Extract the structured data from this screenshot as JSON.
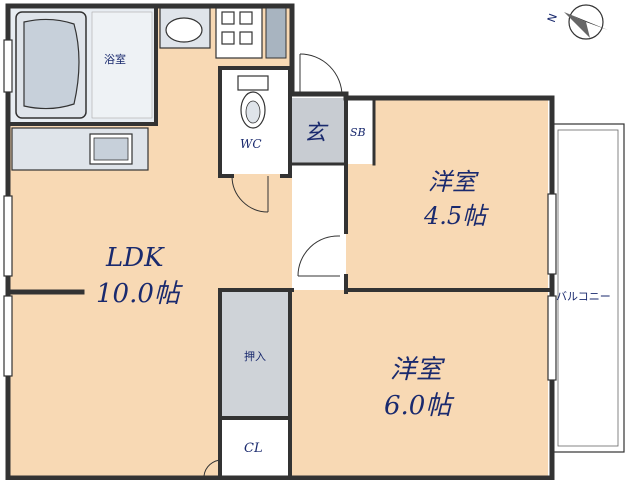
{
  "compass": {
    "label": "N"
  },
  "rooms": {
    "bath": "浴室",
    "wc": "WC",
    "entrance": "玄",
    "shoe_box": "SB",
    "western_1_name": "洋室",
    "western_1_size": "4.5帖",
    "ldk_name": "LDK",
    "ldk_size": "10.0帖",
    "oshiire": "押入",
    "western_2_name": "洋室",
    "western_2_size": "6.0帖",
    "closet": "CL",
    "balcony": "バルコニー"
  },
  "colors": {
    "floor": "#f8d9b4",
    "wall": "#333333",
    "fixture": "#dfe4ea",
    "fixture_dark": "#a8b4c0",
    "text": "#1a2a6e"
  }
}
